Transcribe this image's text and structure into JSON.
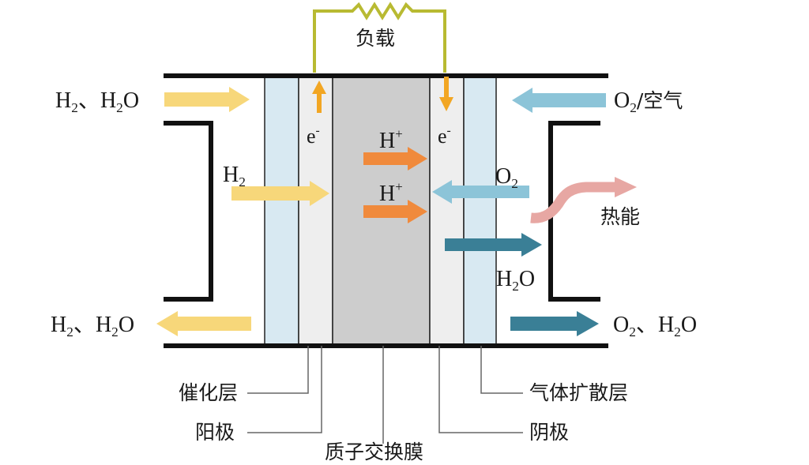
{
  "labels": {
    "load": "负载",
    "anode_in": {
      "a": "H",
      "a_sub": "2",
      "sep": "、",
      "b": "H",
      "b_sub": "2",
      "c": "O"
    },
    "anode_out": {
      "a": "H",
      "a_sub": "2",
      "sep": "、",
      "b": "H",
      "b_sub": "2",
      "c": "O"
    },
    "cathode_in": {
      "a": "O",
      "a_sub": "2",
      "rest": "/空气"
    },
    "cathode_out": {
      "a": "O",
      "a_sub": "2",
      "sep": "、",
      "b": "H",
      "b_sub": "2",
      "c": "O"
    },
    "electron_left": {
      "base": "e",
      "sup": "-"
    },
    "electron_right": {
      "base": "e",
      "sup": "-"
    },
    "h2_inner": {
      "base": "H",
      "sub": "2"
    },
    "proton_1": {
      "base": "H",
      "sup": "+"
    },
    "proton_2": {
      "base": "H",
      "sup": "+"
    },
    "o2_inner": {
      "base": "O",
      "sub": "2"
    },
    "water_inner": {
      "a": "H",
      "a_sub": "2",
      "c": "O"
    },
    "heat": "热能",
    "catalyst_layer": "催化层",
    "anode": "阳极",
    "membrane": "质子交换膜",
    "gas_diffusion_layer": "气体扩散层",
    "cathode": "阴极"
  },
  "colors": {
    "yellow_arrow": "#F7D77A",
    "orange_arrow": "#F08A3C",
    "gold_arrow": "#F2A623",
    "light_blue_arrow": "#8CC4D8",
    "teal_arrow": "#3A7F96",
    "heat_arrow": "#E7A7A3",
    "load_wire": "#B8BA32",
    "diffusion_layer": "#D8E9F2",
    "catalyst_layer": "#EEEEEE",
    "membrane": "#CDCDCD"
  },
  "icons": [
    "resistor-icon",
    "heat-wave-arrow-icon"
  ]
}
